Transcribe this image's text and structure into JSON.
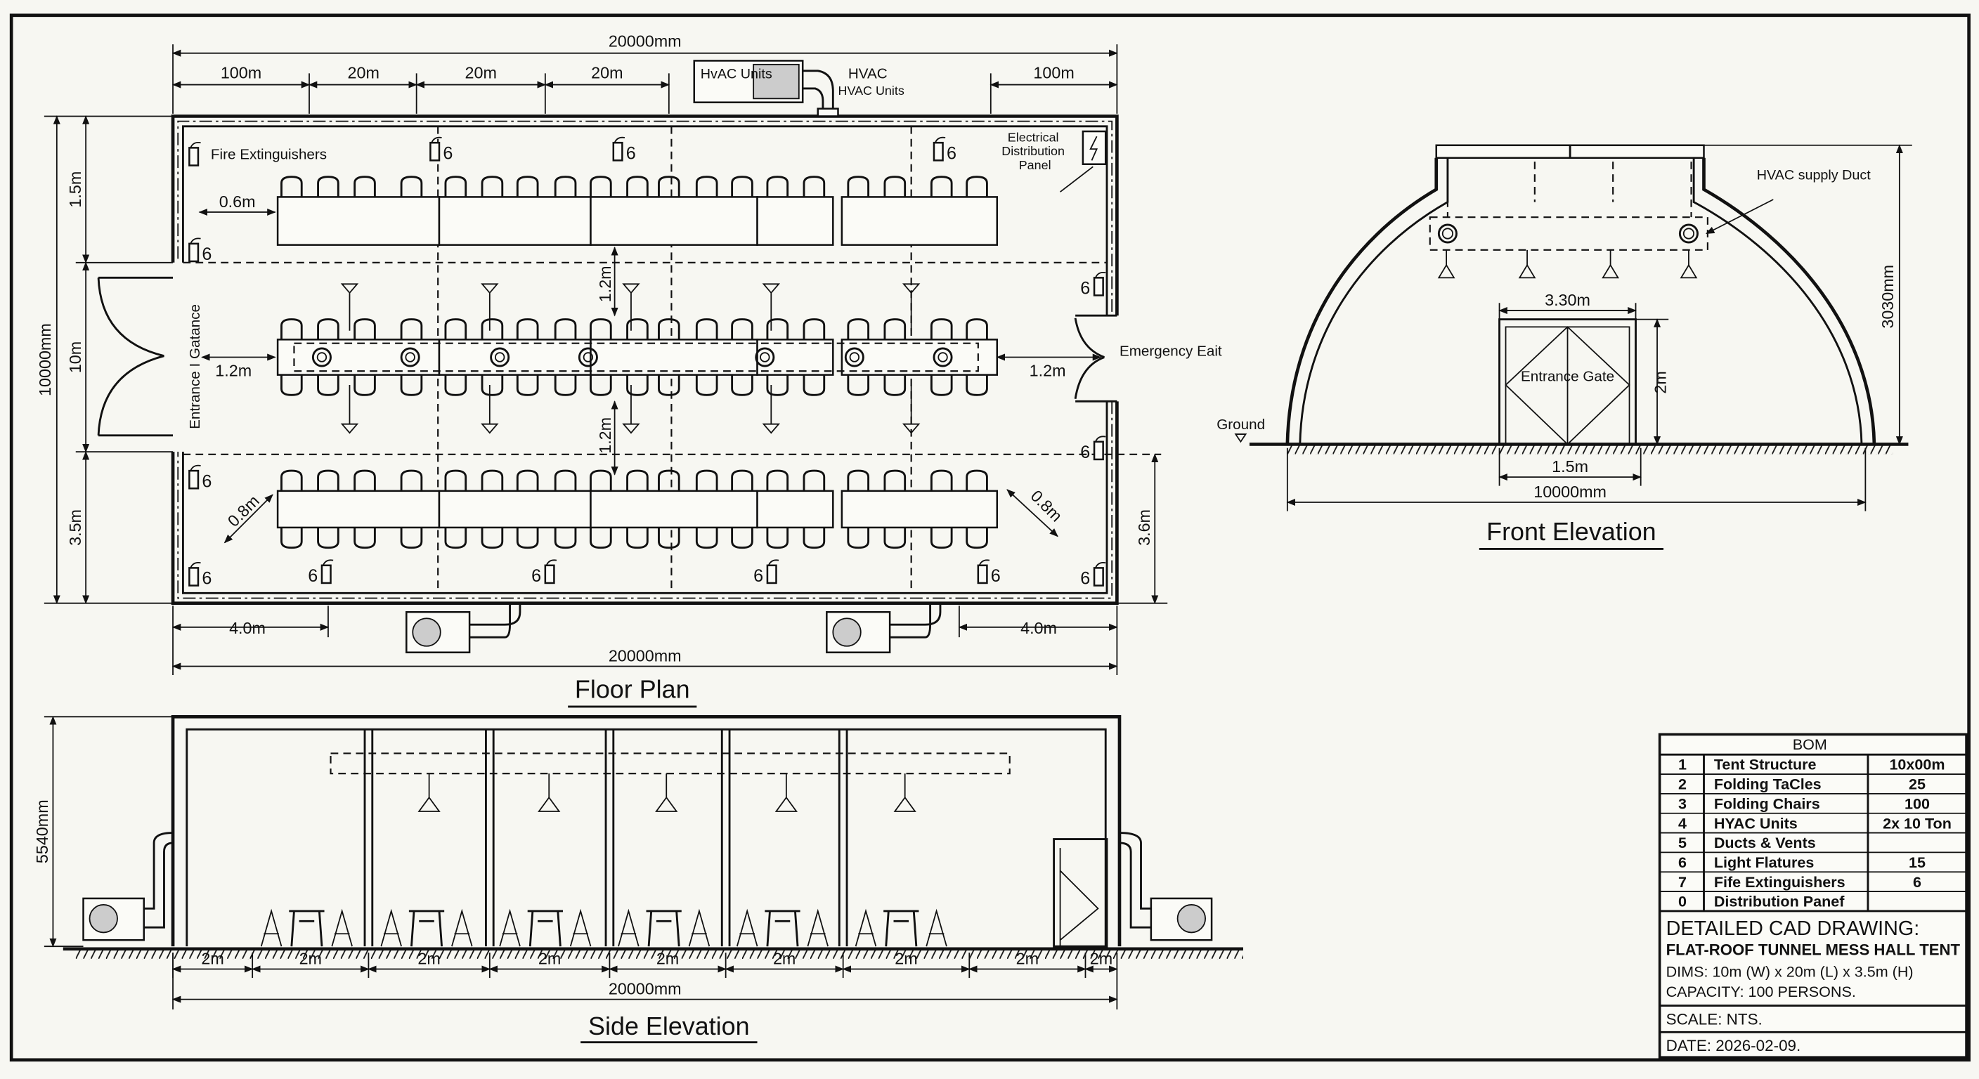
{
  "floor_plan": {
    "title": "Floor Plan",
    "dims": {
      "overall_top": "20000mm",
      "seg_1": "100m",
      "seg_2": "20m",
      "seg_3": "20m",
      "seg_4": "20m",
      "seg_right": "100m",
      "overall_left": "10000mm",
      "left_top": "1.5m",
      "left_mid": "10m",
      "left_bottom": "3.5m",
      "right_bottom": "3.6m",
      "bottom_left": "4.0m",
      "bottom_right": "4.0m",
      "overall_bottom": "20000mm",
      "aisle_left": "0.6m",
      "clear_left": "1.2m",
      "clear_right": "1.2m",
      "row_gap_top": "1.2m",
      "row_gap_bottom": "1.2m",
      "diag_left": "0.8m",
      "diag_right": "0.8m"
    },
    "labels": {
      "hvac_box": "HvAC Units",
      "hvac": "HVAC Units",
      "fire_ext": "Fire Extinguishers",
      "elec_panel": "Electrical Distribution Panel",
      "entrance": "Entrance I Gatance",
      "emergency_exit": "Emergency Eait",
      "ext_count": "6"
    }
  },
  "front_elevation": {
    "title": "Front Elevation",
    "hvac_duct": "HVAC supply Duct",
    "ground": "Ground",
    "gate": "Entrance Gate",
    "dims": {
      "gate_top": "3.30m",
      "gate_height": "2m",
      "gate_bottom": "1.5m",
      "width": "10000mm",
      "height": "3030mm"
    }
  },
  "side_elevation": {
    "title": "Side Elevation",
    "height": "5540mm",
    "segments": [
      "2m",
      "2m",
      "2m",
      "2m",
      "2m",
      "2m",
      "2m",
      "2m",
      "2m"
    ],
    "overall": "20000mm"
  },
  "bom": {
    "title": "BOM",
    "rows": [
      {
        "no": "1",
        "item": "Tent Structure",
        "qty": "10x00m"
      },
      {
        "no": "2",
        "item": "Folding TaCles",
        "qty": "25"
      },
      {
        "no": "3",
        "item": "Folding Chairs",
        "qty": "100"
      },
      {
        "no": "4",
        "item": "HYAC Units",
        "qty": "2x 10 Ton"
      },
      {
        "no": "5",
        "item": "Ducts & Vents",
        "qty": ""
      },
      {
        "no": "6",
        "item": "Light Flatures",
        "qty": "15"
      },
      {
        "no": "7",
        "item": "Fife Extinguishers",
        "qty": "6"
      },
      {
        "no": "0",
        "item": "Distribution Panef",
        "qty": ""
      }
    ]
  },
  "title_block": {
    "heading": "DETAILED CAD DRAWING:",
    "subtitle": "FLAT-ROOF TUNNEL MESS HALL TENT",
    "dims": "DIMS: 10m (W) x 20m (L) x 3.5m (H)",
    "capacity": "CAPACITY: 100 PERSONS.",
    "scale": "SCALE: NTS.",
    "date": "DATE: 2026-02-09."
  }
}
